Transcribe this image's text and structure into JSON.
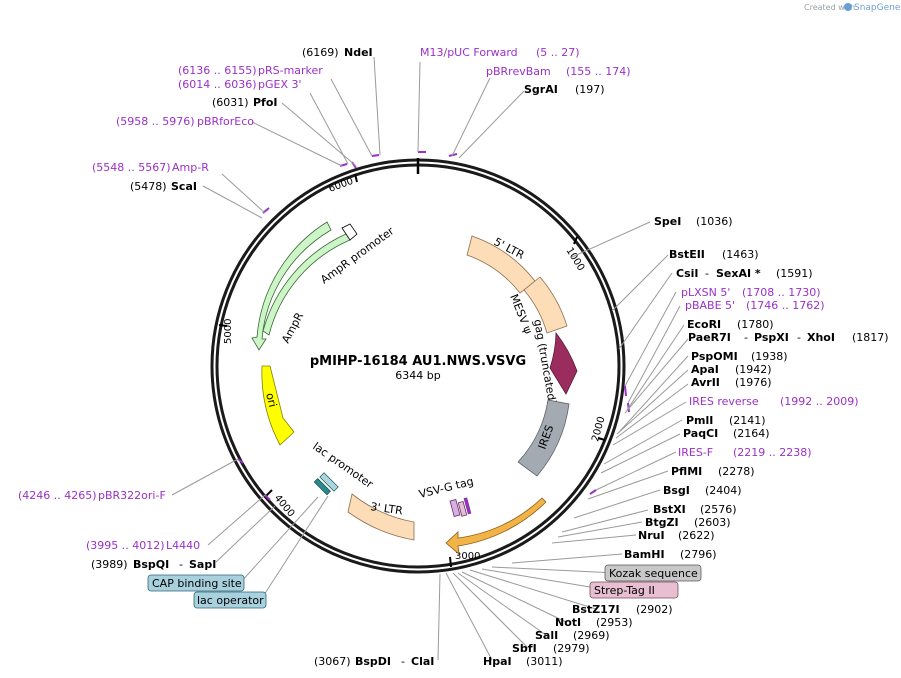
{
  "header": {
    "credit_text": "Created with",
    "credit_brand": "SnapGene"
  },
  "plasmid": {
    "name": "pMIHP-16184 AU1.NWS.VSVG",
    "size": "6344 bp"
  },
  "ticks": [
    "1000",
    "2000",
    "3000",
    "4000",
    "5000",
    "6000"
  ],
  "features": {
    "amp_promoter": "AmpR promoter",
    "ampr": "AmpR",
    "ori": "ori",
    "lac_promoter": "lac promoter",
    "ltr3": "3' LTR",
    "ltr5": "5' LTR",
    "mesv_psi": "MESV ψ",
    "gag": "gag (truncated)",
    "ires": "IRES",
    "vsvg_tag": "VSV-G tag"
  },
  "labels": {
    "ndei": {
      "pos": "(6169)",
      "name": "NdeI"
    },
    "m13": {
      "name": "M13/pUC Forward",
      "pos": "(5 .. 27)"
    },
    "prsmarker": {
      "pos": "(6136 .. 6155)",
      "name": "pRS-marker"
    },
    "pbrrevbam": {
      "name": "pBRrevBam",
      "pos": "(155 .. 174)"
    },
    "pgex3": {
      "pos": "(6014 .. 6036)",
      "name": "pGEX 3'"
    },
    "sgrai": {
      "name": "SgrAI",
      "pos": "(197)"
    },
    "pfoi": {
      "pos": "(6031)",
      "name": "PfoI"
    },
    "pbrforeco": {
      "pos": "(5958 .. 5976)",
      "name": "pBRforEco"
    },
    "ampr_primer": {
      "pos": "(5548 .. 5567)",
      "name": "Amp-R"
    },
    "scai": {
      "pos": "(5478)",
      "name": "ScaI"
    },
    "spei": {
      "name": "SpeI",
      "pos": "(1036)"
    },
    "bsteii": {
      "name": "BstEII",
      "pos": "(1463)"
    },
    "csii": {
      "name": "CsiI",
      "sep": "-",
      "name2": "SexAI *",
      "pos": "(1591)"
    },
    "plxsn": {
      "name": "pLXSN 5'",
      "pos": "(1708 .. 1730)"
    },
    "pbabe": {
      "name": "pBABE 5'",
      "pos": "(1746 .. 1762)"
    },
    "ecori": {
      "name": "EcoRI",
      "pos": "(1780)"
    },
    "paer7i": {
      "name": "PaeR7I",
      "sep": "-",
      "name2": "PspXI",
      "sep2": "-",
      "name3": "XhoI",
      "pos": "(1817)"
    },
    "pspomi": {
      "name": "PspOMI",
      "pos": "(1938)"
    },
    "apai": {
      "name": "ApaI",
      "pos": "(1942)"
    },
    "avrii": {
      "name": "AvrII",
      "pos": "(1976)"
    },
    "ires_rev": {
      "name": "IRES reverse",
      "pos": "(1992 .. 2009)"
    },
    "pmli": {
      "name": "PmlI",
      "pos": "(2141)"
    },
    "paqci": {
      "name": "PaqCI",
      "pos": "(2164)"
    },
    "ires_f": {
      "name": "IRES-F",
      "pos": "(2219 .. 2238)"
    },
    "pflmi": {
      "name": "PflMI",
      "pos": "(2278)"
    },
    "bsgi": {
      "name": "BsgI",
      "pos": "(2404)"
    },
    "bstxi": {
      "name": "BstXI",
      "pos": "(2576)"
    },
    "btgzi": {
      "name": "BtgZI",
      "pos": "(2603)"
    },
    "nrui": {
      "name": "NruI",
      "pos": "(2622)"
    },
    "bamhi": {
      "name": "BamHI",
      "pos": "(2796)"
    },
    "kozak": {
      "name": "Kozak sequence"
    },
    "streptag": {
      "name": "Strep-Tag II"
    },
    "bstz17i": {
      "name": "BstZ17I",
      "pos": "(2902)"
    },
    "noti": {
      "name": "NotI",
      "pos": "(2953)"
    },
    "sali": {
      "name": "SalI",
      "pos": "(2969)"
    },
    "sbfi": {
      "name": "SbfI",
      "pos": "(2979)"
    },
    "hpai": {
      "name": "HpaI",
      "pos": "(3011)"
    },
    "bspdi": {
      "pos": "(3067)",
      "name": "BspDI",
      "sep": "-",
      "name2": "ClaI"
    },
    "pbr322ori": {
      "pos": "(4246 .. 4265)",
      "name": "pBR322ori-F"
    },
    "l4440": {
      "pos": "(3995 .. 4012)",
      "name": "L4440"
    },
    "bspqi": {
      "pos": "(3989)",
      "name": "BspQI",
      "sep": "-",
      "name2": "SapI"
    },
    "cap": {
      "name": "CAP binding site"
    },
    "lacop": {
      "name": "lac operator"
    }
  },
  "colors": {
    "backbone": "#1a1a1a",
    "primer": "#9b30c8",
    "ltr": "#fddcb8",
    "gag": "#9b2d5e",
    "ires": "#a3aab1",
    "ampr": "#cdf5c8",
    "ori": "#ffff00",
    "tag": "#d8b0e0",
    "kozak_box": "#c8c8c8",
    "strep_box": "#e8bfd0",
    "site_box": "#a9d0dd"
  }
}
